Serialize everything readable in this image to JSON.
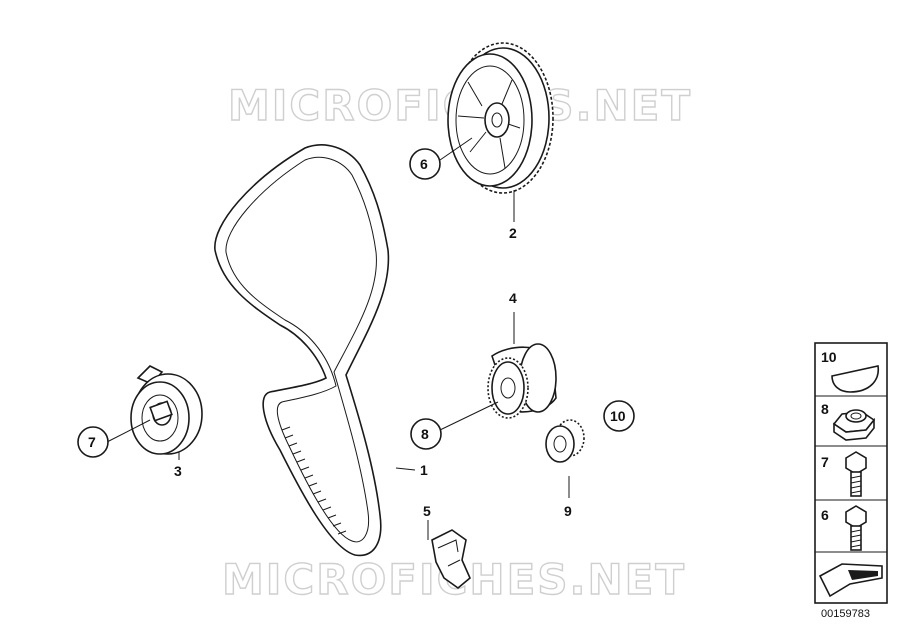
{
  "watermark": {
    "text": "MICROFICHES.NET"
  },
  "callouts": {
    "belt": "1",
    "camshaft_sprocket": "2",
    "tensioner_pulley": "3",
    "idler_pulley": "4",
    "guide_bracket": "5",
    "sprocket_badge": "6",
    "tensioner_badge": "7",
    "idler_badge": "8",
    "gear": "9",
    "gear_badge": "10"
  },
  "legend": {
    "items": [
      {
        "number": "10",
        "icon": "woodruff-key-icon"
      },
      {
        "number": "8",
        "icon": "hex-nut-icon"
      },
      {
        "number": "7",
        "icon": "hex-bolt-icon"
      },
      {
        "number": "6",
        "icon": "hex-bolt-icon"
      }
    ],
    "arrow_icon": "arrow-icon"
  },
  "reference_number": "00159783",
  "colors": {
    "line": "#1a1a1a",
    "watermark": "#cfcfcf",
    "background": "#ffffff"
  }
}
